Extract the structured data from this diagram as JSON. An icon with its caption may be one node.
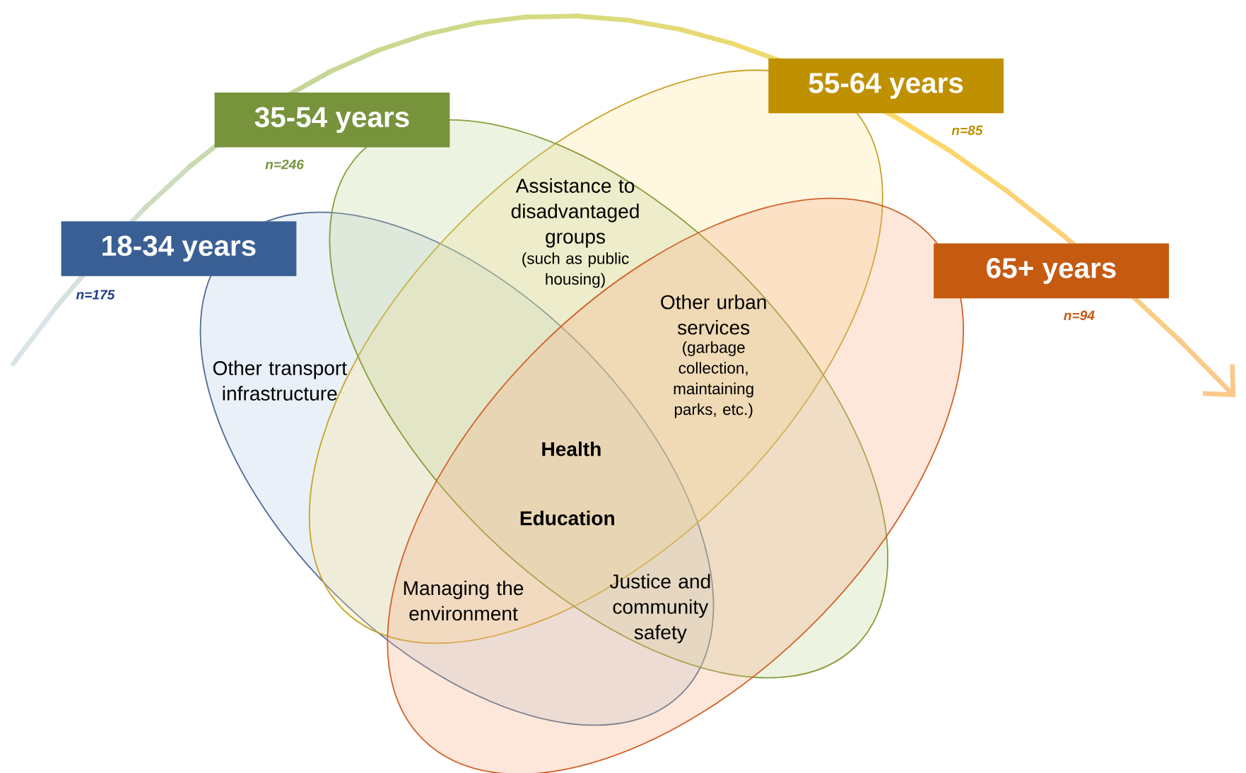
{
  "diagram": {
    "nodes": [
      {
        "text": [
          "18-34 years"
        ],
        "beside": [
          "n=175"
        ]
      },
      {
        "text": [
          "35-54 years"
        ],
        "beside": [
          "n=246"
        ]
      },
      {
        "text": [
          "55-64 years"
        ],
        "beside": [
          "n=85"
        ]
      },
      {
        "text": [
          "65+ years"
        ],
        "beside": [
          "n=94"
        ]
      },
      {
        "text": [],
        "shape": "ellipse"
      },
      {
        "text": [],
        "shape": "ellipse"
      },
      {
        "text": [],
        "shape": "ellipse"
      },
      {
        "text": [],
        "shape": "ellipse"
      }
    ],
    "labels": [
      "Assistance to disadvantaged groups",
      "(such as public housing)",
      "Other urban services",
      "(garbage collection, maintaining parks, etc.)",
      "Other transport infrastructure",
      "Health",
      "Education",
      "Managing the environment",
      "Justice and community safety"
    ]
  }
}
